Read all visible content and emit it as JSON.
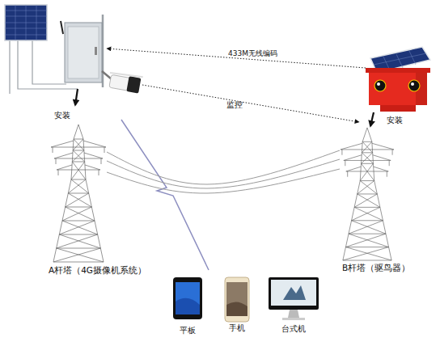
{
  "diagram": {
    "nodes": [
      {
        "text": [
          "A杆塔（4G摄像机系统）"
        ]
      },
      {
        "text": [
          "B杆塔（驱鸟器）"
        ]
      },
      {
        "text": [
          "平板"
        ]
      },
      {
        "text": [
          "手机"
        ]
      },
      {
        "text": [
          "台式机"
        ]
      }
    ],
    "edges": [
      {
        "from": 0,
        "to": 1,
        "arrow": "none"
      },
      {
        "from": 0,
        "to": 1,
        "arrow": "none"
      },
      {
        "from": 0,
        "to": 1,
        "arrow": "none"
      }
    ],
    "labels": [
      "433M无线编码",
      "监控",
      "安装",
      "安装"
    ]
  }
}
